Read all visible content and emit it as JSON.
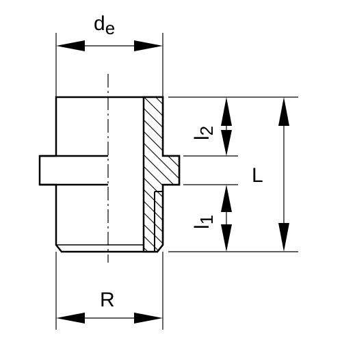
{
  "labels": {
    "de": {
      "main": "d",
      "sub": "e"
    },
    "R": "R",
    "L": "L",
    "l2": {
      "main": "l",
      "sub": "2"
    },
    "l1": {
      "main": "l",
      "sub": "1"
    }
  },
  "colors": {
    "line": "#000000",
    "background": "#ffffff"
  }
}
